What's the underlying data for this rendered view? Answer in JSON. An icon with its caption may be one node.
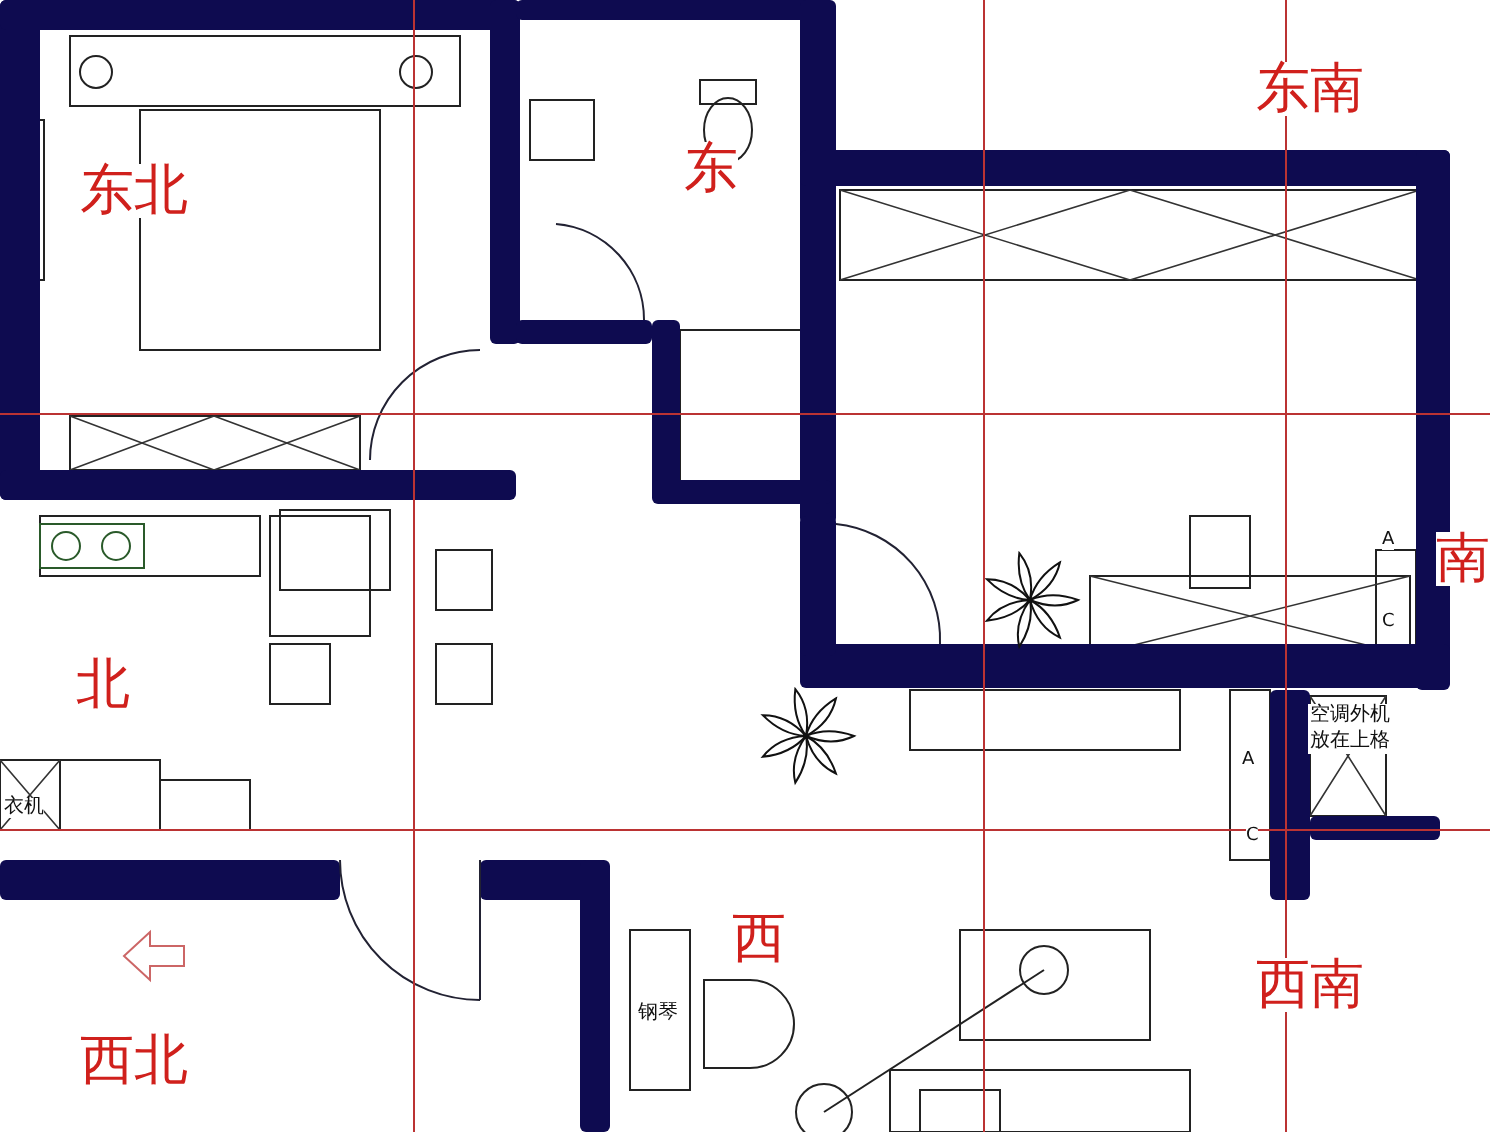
{
  "diagram": {
    "labels": [
      "东北",
      "东",
      "东南",
      "A",
      "C",
      "南",
      "北",
      "空调外机放在上格",
      "衣机",
      "A",
      "C",
      "西",
      "西南",
      "西北",
      "钢琴"
    ]
  }
}
